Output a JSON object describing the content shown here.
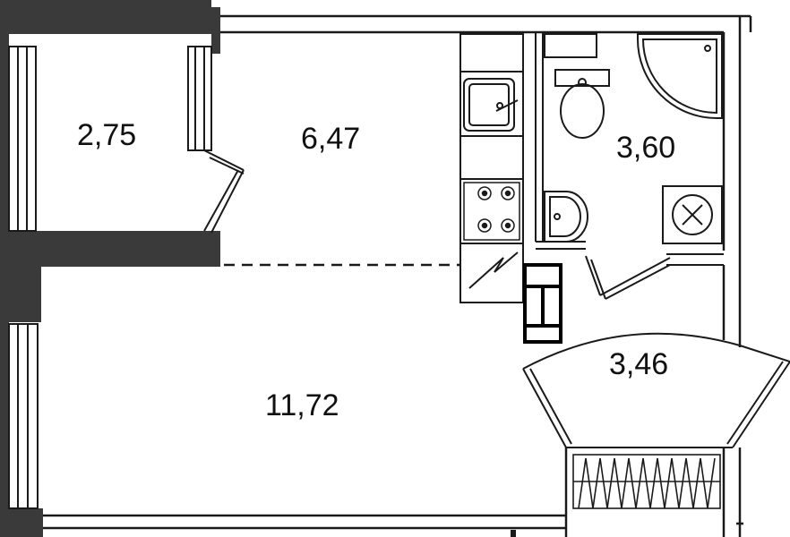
{
  "plan": {
    "wall_color": "#3a3a3a",
    "line_color": "#1a1a1a",
    "background": "#ffffff",
    "rooms": [
      {
        "id": "balcony",
        "area": "2,75"
      },
      {
        "id": "kitchen",
        "area": "6,47"
      },
      {
        "id": "bathroom",
        "area": "3,60"
      },
      {
        "id": "hallway",
        "area": "3,46"
      },
      {
        "id": "living-room",
        "area": "11,72"
      }
    ]
  }
}
